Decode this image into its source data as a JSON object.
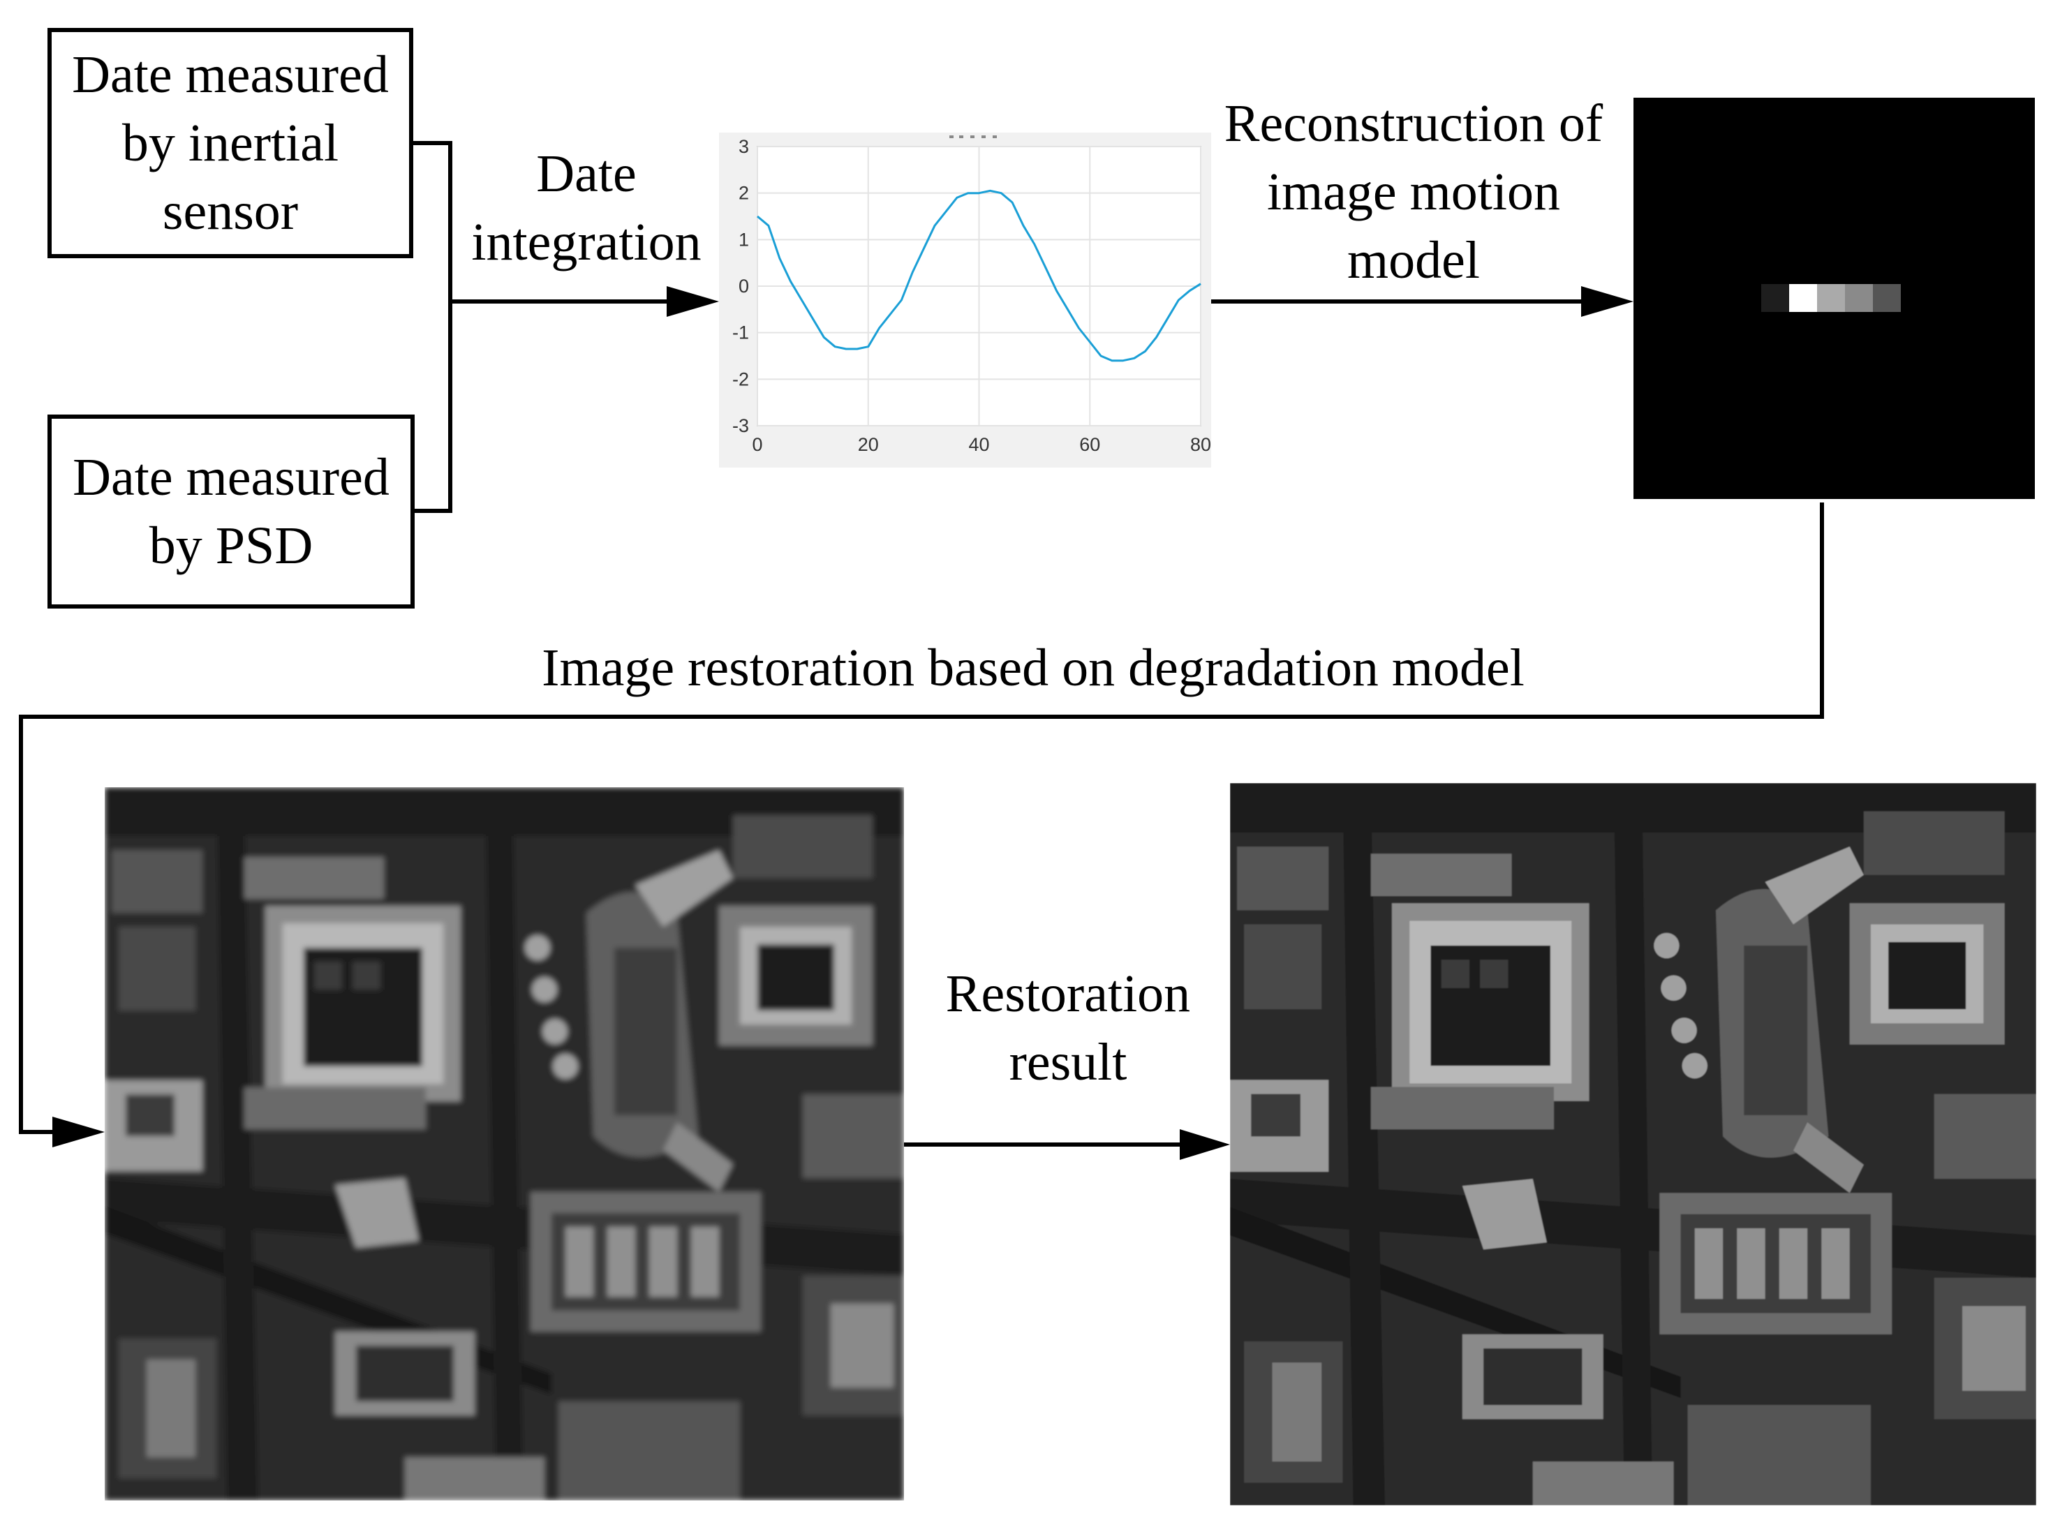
{
  "input_boxes": [
    {
      "lines": [
        "Date measured",
        "by inertial",
        "sensor"
      ]
    },
    {
      "lines": [
        "Date measured",
        "by PSD"
      ]
    }
  ],
  "labels": {
    "integration": [
      "Date",
      "integration"
    ],
    "reconstruction": [
      "Reconstruction of",
      "image motion",
      "model"
    ],
    "restoration_model": "Image restoration based on degradation model",
    "restoration_result": [
      "Restoration",
      "result"
    ]
  },
  "chart_data": {
    "type": "line",
    "x_ticks": [
      "0",
      "20",
      "40",
      "60",
      "80"
    ],
    "y_ticks": [
      "3",
      "2",
      "1",
      "0",
      "-1",
      "-2",
      "-3"
    ],
    "xlim": [
      0,
      80
    ],
    "ylim": [
      -3,
      3
    ],
    "grid": true,
    "series": [
      {
        "color": "#1a9fd6",
        "x": [
          0,
          2,
          4,
          6,
          8,
          10,
          12,
          14,
          16,
          18,
          20,
          22,
          24,
          26,
          28,
          30,
          32,
          34,
          36,
          38,
          40,
          42,
          44,
          46,
          48,
          50,
          52,
          54,
          56,
          58,
          60,
          62,
          64,
          66,
          68,
          70,
          72,
          74,
          76,
          78,
          80
        ],
        "y": [
          1.5,
          1.3,
          0.6,
          0.1,
          -0.3,
          -0.7,
          -1.1,
          -1.3,
          -1.35,
          -1.35,
          -1.3,
          -0.9,
          -0.6,
          -0.3,
          0.3,
          0.8,
          1.3,
          1.6,
          1.9,
          2.0,
          2.0,
          2.05,
          2.0,
          1.8,
          1.3,
          0.9,
          0.4,
          -0.1,
          -0.5,
          -0.9,
          -1.2,
          -1.5,
          -1.6,
          -1.6,
          -1.55,
          -1.4,
          -1.1,
          -0.7,
          -0.3,
          -0.1,
          0.05
        ]
      }
    ]
  },
  "kernel": {
    "cell_grays": [
      "#1e1e1e",
      "#ffffff",
      "#aaaaaa",
      "#8a8a8a",
      "#555555"
    ]
  },
  "colors": {
    "line": "#000000",
    "chart_line": "#1a9fd6",
    "grid": "#e3e3e3"
  }
}
